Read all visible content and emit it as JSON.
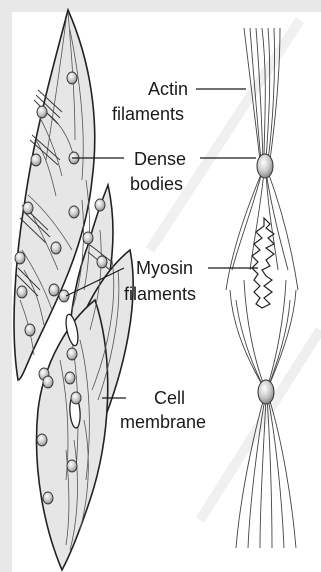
{
  "labels": {
    "actin_1": "Actin",
    "actin_2": "filaments",
    "dense_1": "Dense",
    "dense_2": "bodies",
    "myosin_1": "Myosin",
    "myosin_2": "filaments",
    "cell_1": "Cell",
    "cell_2": "membrane"
  },
  "colors": {
    "border": "#e8e8e8",
    "cell_fill": "#e6e6e6",
    "outline": "#222222",
    "filament": "#555555",
    "body": "#bdbdbd",
    "watermark": "#eeeeee"
  }
}
